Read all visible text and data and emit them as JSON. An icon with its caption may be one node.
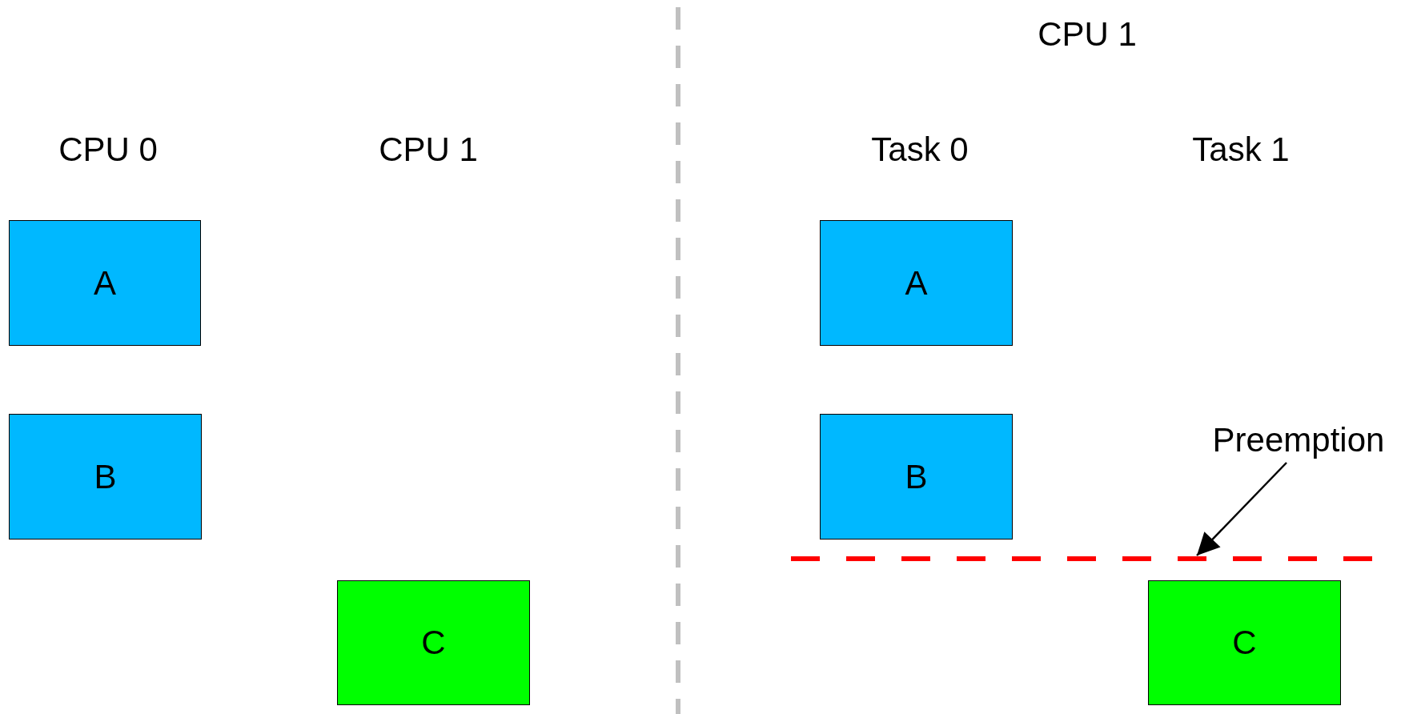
{
  "diagram": {
    "nodes": [
      {
        "text": [
          "A"
        ]
      },
      {
        "text": [
          "B"
        ]
      },
      {
        "text": [
          "C"
        ]
      },
      {
        "text": [
          "A"
        ]
      },
      {
        "text": [
          "B"
        ]
      },
      {
        "text": [
          "C"
        ]
      },
      {
        "text": [
          "Preemption"
        ]
      },
      {
        "text": [],
        "shape": "line"
      }
    ],
    "edges": [
      {
        "from": 6,
        "to": 7,
        "arrow": "to"
      }
    ],
    "labels": [
      "CPU 1",
      "CPU 0",
      "CPU 1",
      "Task 0",
      "Task 1"
    ]
  }
}
